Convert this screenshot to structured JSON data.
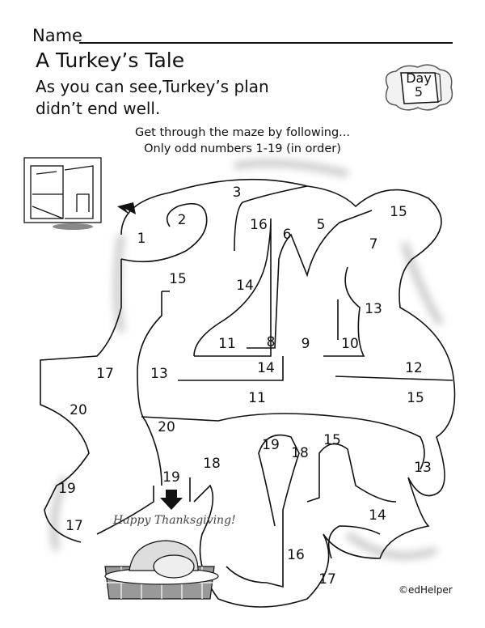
{
  "header": {
    "name_label": "Name",
    "title": "A Turkey’s Tale",
    "subtitle_line1": "As you can see,Turkey’s plan",
    "subtitle_line2": "didn’t end well.",
    "day_label": "Day",
    "day_number": "5"
  },
  "instructions": {
    "line1": "Get through the maze by following...",
    "line2": "Only odd numbers 1-19 (in order)"
  },
  "maze_numbers": [
    "3",
    "2",
    "1",
    "16",
    "6",
    "5",
    "15",
    "7",
    "15",
    "14",
    "13",
    "11",
    "8",
    "9",
    "10",
    "14",
    "12",
    "17",
    "13",
    "11",
    "15",
    "20",
    "20",
    "19",
    "18",
    "15",
    "18",
    "13",
    "19",
    "19",
    "14",
    "17",
    "16",
    "17"
  ],
  "illustration": {
    "caption": "Happy Thanksgiving!"
  },
  "footer": {
    "copyright": "©edHelper"
  }
}
